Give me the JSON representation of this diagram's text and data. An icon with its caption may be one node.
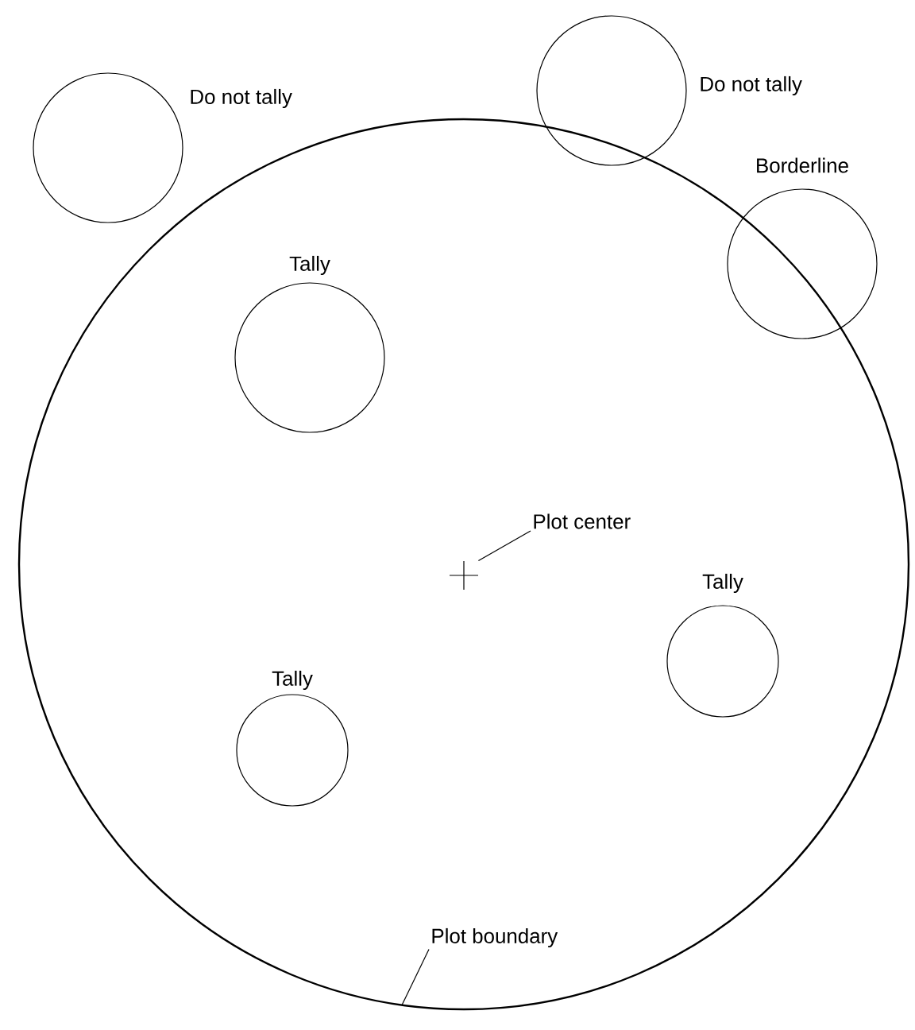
{
  "diagram": {
    "nodes": [
      {
        "text": [],
        "shape": "circle"
      },
      {
        "text": [
          "Do not tally"
        ]
      },
      {
        "text": [
          "Do not tally"
        ]
      },
      {
        "text": [
          "Borderline"
        ]
      },
      {
        "text": [
          "Tally"
        ],
        "in": 0
      },
      {
        "text": [
          "Plot center"
        ],
        "in": 0
      },
      {
        "text": [],
        "shape": "cross",
        "in": 0
      },
      {
        "text": [
          "Tally"
        ],
        "in": 0
      },
      {
        "text": [
          "Tally"
        ],
        "in": 0
      },
      {
        "text": [
          "Plot boundary"
        ],
        "in": 0
      }
    ],
    "edges": [
      {
        "from": 5,
        "to": 6,
        "arrow": "none"
      },
      {
        "from": 9,
        "to": 0,
        "arrow": "none"
      }
    ]
  }
}
